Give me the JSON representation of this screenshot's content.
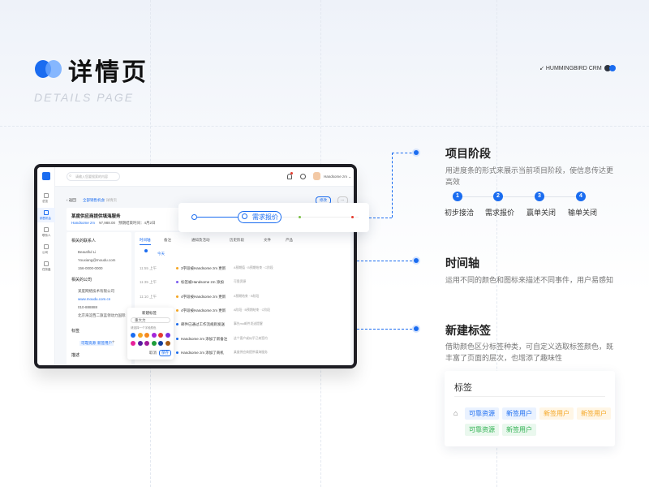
{
  "header": {
    "title": "详情页",
    "subtitle": "DETAILS PAGE",
    "brand": "HUMMINGBIRD CRM",
    "brand_arrow": "↙"
  },
  "sections": [
    {
      "title": "项目阶段",
      "desc": "用进度条的形式来展示当前项目阶段，使信息传达更高效",
      "steps": [
        {
          "num": "1",
          "label": "初步接洽"
        },
        {
          "num": "2",
          "label": "需求报价"
        },
        {
          "num": "3",
          "label": "赢单关闭"
        },
        {
          "num": "4",
          "label": "输单关闭"
        }
      ]
    },
    {
      "title": "时间轴",
      "desc": "运用不同的颜色和图标来描述不同事件，用户易感知"
    },
    {
      "title": "新建标签",
      "desc": "借助颜色区分标签种类，可自定义选取标签颜色，既丰富了页面的层次，也增添了趣味性"
    }
  ],
  "tag_card": {
    "title": "标签",
    "tags": [
      {
        "label": "可靠资源",
        "color": "blue"
      },
      {
        "label": "新签用户",
        "color": "blue"
      },
      {
        "label": "新签用户",
        "color": "orange"
      },
      {
        "label": "新签用户",
        "color": "orange"
      },
      {
        "label": "可靠资源",
        "color": "green"
      },
      {
        "label": "新签用户",
        "color": "green"
      }
    ]
  },
  "app": {
    "search_placeholder": "请输入您要搜索的内容",
    "user": "Handsome zm ⌄",
    "sidebar": [
      {
        "label": "总览"
      },
      {
        "label": "销售机会"
      },
      {
        "label": "联系人"
      },
      {
        "label": "公司"
      },
      {
        "label": "任务盘"
      }
    ],
    "breadcrumb": {
      "back": "‹ 返回",
      "parent": "全部销售机会",
      "current": "/ 详情页"
    },
    "edit": "修改",
    "more": "⋯",
    "deal": {
      "title": "某度供应商提供填海服务",
      "owner": "Handsome zm",
      "amount": "¥7,988.00",
      "end": "预期结束时间：4月2日"
    },
    "stage_current": "需求报价",
    "contacts": {
      "title": "相关的联系人",
      "items": [
        "Beautiful Li",
        "Youxiang@moudu.com",
        "156-0000-0000"
      ]
    },
    "company": {
      "title": "相关的公司",
      "items": [
        "某度网络技术有限公司",
        "www.moudu.com.cn",
        "010-888888",
        "北京海淀西二旗蓝领动力国际"
      ]
    },
    "tags": {
      "title": "标签",
      "items": [
        "可靠资源",
        "新签用户"
      ],
      "add": "+"
    },
    "desc_title": "描述",
    "tabs": [
      {
        "label": "时间轴"
      },
      {
        "label": "备注"
      },
      {
        "label": "通知及活动"
      },
      {
        "label": "历史阶段"
      },
      {
        "label": "文件"
      },
      {
        "label": "产品"
      }
    ],
    "today": "今天",
    "timeline": [
      {
        "time": "11:55 上午",
        "text": "3字段被Handsome zm 更新",
        "detail": "A预期值 · B预期结束 · C阶段",
        "color": "#f5a623"
      },
      {
        "time": "11:35 上午",
        "text": "标签被Handsome zm 添加",
        "detail": "可靠资源",
        "color": "#7b5cf0"
      },
      {
        "time": "11:10 上午",
        "text": "4字段被Handsome zm 更新",
        "detail": "A预期结束 · B阶段",
        "color": "#f5a623"
      },
      {
        "time": "",
        "text": "4字段被Handsome zm 更新",
        "detail": "A阶段 · B预期结束 · C阶段",
        "color": "#f5a623"
      },
      {
        "time": "",
        "text": "邮件已通过工作流规则发送",
        "detail": "事先mo邮件发送提醒",
        "color": "#1a6cf0"
      },
      {
        "time": "",
        "text": "Handsome zm 添加了新备注",
        "detail": "这个客户或似乎已来签约",
        "color": "#1a6cf0"
      },
      {
        "time": "",
        "text": "Handsome zm 添加了商机",
        "detail": "某度供应商提供填海服务",
        "color": "#1a6cf0"
      }
    ],
    "popup": {
      "title": "新建标签",
      "input": "重大力",
      "hint": "请选择一个字段颜色",
      "cancel": "取消",
      "save": "保存",
      "colors": [
        "#1a6cf0",
        "#f5a623",
        "#f58a1f",
        "#a325d9",
        "#e53c2f",
        "#7a2ee0",
        "#e8209a",
        "#5a1a9e",
        "#a0199b",
        "#1e9e3a",
        "#123f9c",
        "#a45a14"
      ]
    }
  }
}
